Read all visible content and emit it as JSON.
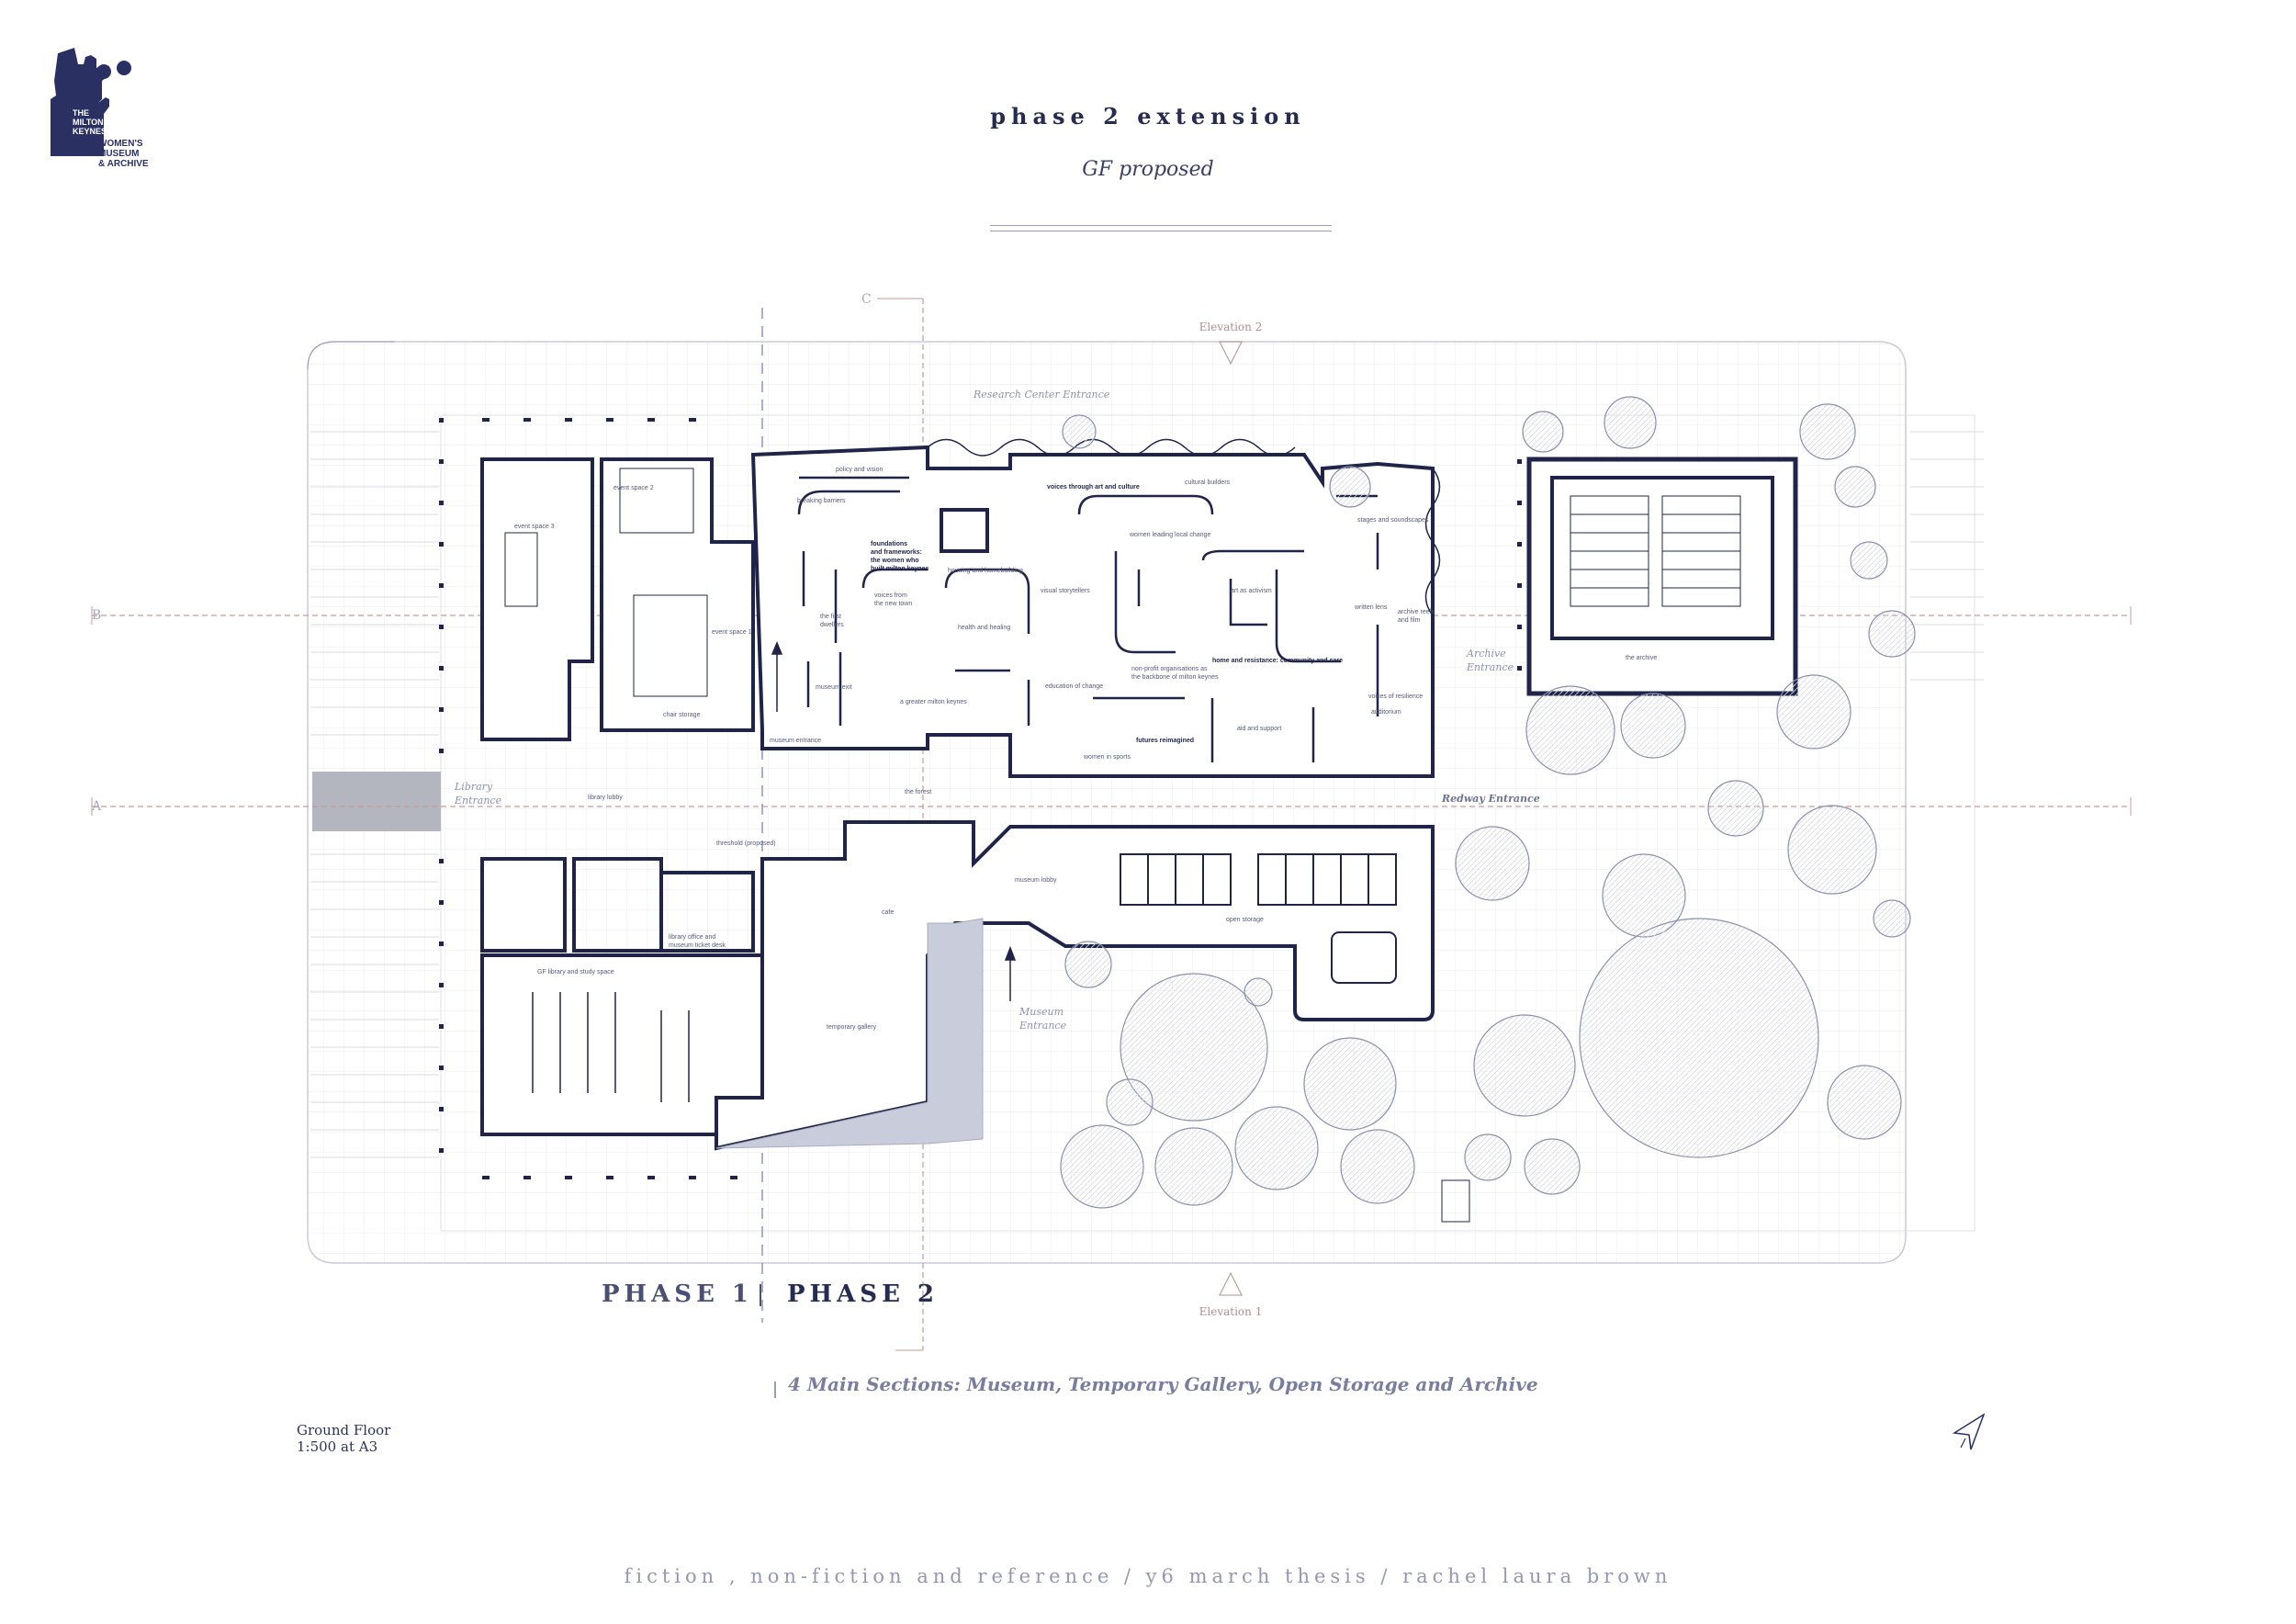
{
  "logo": {
    "line1": "THE",
    "line2": "MILTON",
    "line3": "KEYNES",
    "line4": "WOMEN'S",
    "line5": "MUSEUM",
    "line6": "& ARCHIVE"
  },
  "header": {
    "title": "phase 2 extension",
    "subtitle": "GF proposed"
  },
  "sections_marks": {
    "b": "B",
    "a": "A",
    "c": "C"
  },
  "elevations": {
    "top": "Elevation 2",
    "bottom": "Elevation 1"
  },
  "entrances": {
    "research": "Research Center Entrance",
    "library_1": "Library",
    "library_2": "Entrance",
    "archive_1": "Archive",
    "archive_2": "Entrance",
    "redway": "Redway Entrance",
    "museum_1": "Museum",
    "museum_2": "Entrance"
  },
  "rooms": {
    "event_space_3": "event space 3",
    "event_space_2": "event space 2",
    "event_space_1": "event space 1",
    "chair_storage": "chair storage",
    "library_lobby": "library lobby",
    "threshold": "threshold (proposed)",
    "gf_library": "GF library and study space",
    "library_office_1": "library office and",
    "library_office_2": "museum ticket desk",
    "temporary_gallery": "temporary gallery",
    "cafe": "cafe",
    "museum_lobby": "museum lobby",
    "open_storage": "open storage",
    "the_forest": "the forest",
    "museum_exit": "museum exit",
    "museum_entrance": "museum entrance",
    "archive": "the archive",
    "policy_vision": "policy and vision",
    "breaking_barriers": "breaking barriers",
    "foundations_1": "foundations",
    "foundations_2": "and frameworks:",
    "foundations_3": "the women who",
    "foundations_4": "built milton keynes",
    "voices_new_town_1": "voices from",
    "voices_new_town_2": "the new town",
    "the_first_dwellers_1": "the first",
    "the_first_dwellers_2": "dwellers",
    "housing": "housing and homebuilding",
    "health": "health and healing",
    "a_greater_mk": "a greater milton keynes",
    "voices_art": "voices through art and culture",
    "cultural_builders": "cultural builders",
    "women_local_change": "women leading local change",
    "visual_storytellers": "visual storytellers",
    "art_activism": "art as activism",
    "stages_soundscapes": "stages and soundscapes",
    "written_lens": "written lens",
    "archive_reels_1": "archive reels",
    "archive_reels_2": "and film",
    "education_change": "education of change",
    "nonprofit_1": "non-profit organisations as",
    "nonprofit_2": "the backbone of milton keynes",
    "home_resistance": "home and resistance: community and care",
    "voices_resilience": "voices of resilience",
    "auditorium": "auditorium",
    "futures_reimagined": "futures reimagined",
    "aid_support": "aid and support",
    "women_sports": "women in sports"
  },
  "phases": {
    "phase1": "PHASE 1",
    "phase2": "PHASE 2"
  },
  "sections_caption": "4 Main Sections: Museum, Temporary Gallery, Open Storage and Archive",
  "drawing_info": {
    "line1": "Ground Floor",
    "line2": "1:500 at A3"
  },
  "footer": "fiction , non-fiction and reference / y6 march thesis / rachel laura brown",
  "colors": {
    "ink": "#262b52",
    "wall": "#1f2448",
    "pond": "#c9ccdb",
    "grid": "#e6e7ee"
  }
}
